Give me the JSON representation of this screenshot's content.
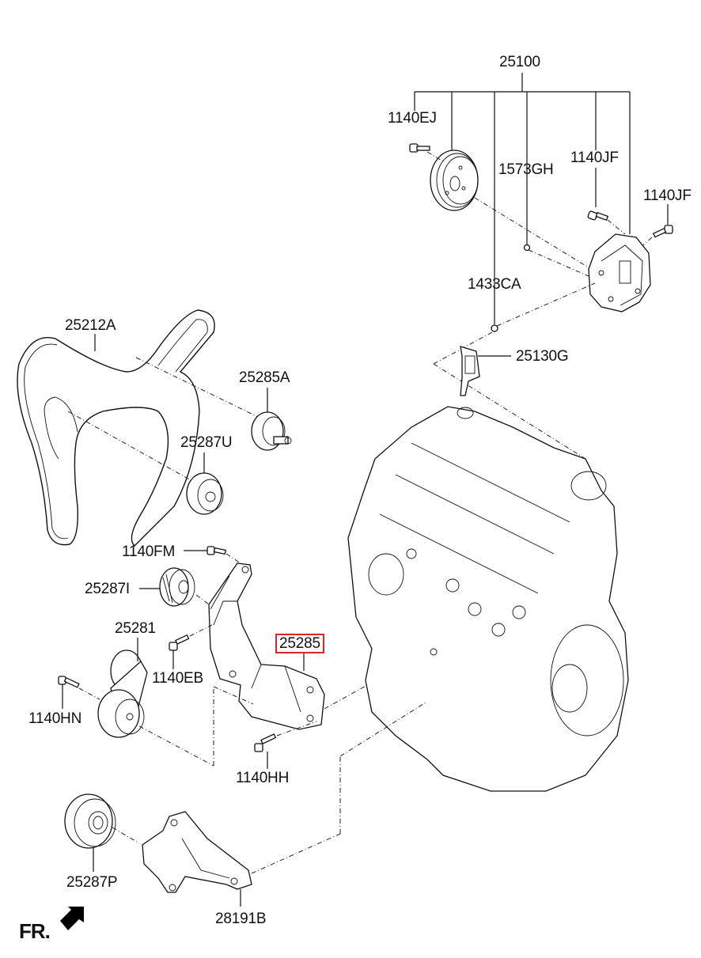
{
  "diagram": {
    "title": "Engine accessory drive / water pump assembly",
    "highlight_color": "#d62a2a",
    "labels": {
      "p25100": "25100",
      "p1140EJ": "1140EJ",
      "p1573GH": "1573GH",
      "p1140JF_a": "1140JF",
      "p1140JF_b": "1140JF",
      "p1433CA": "1433CA",
      "p25130G": "25130G",
      "p25212A": "25212A",
      "p25285A": "25285A",
      "p25287U": "25287U",
      "p1140FM": "1140FM",
      "p25287I": "25287I",
      "p25281": "25281",
      "p1140EB": "1140EB",
      "p25285": "25285",
      "p1140HN": "1140HN",
      "p1140HH": "1140HH",
      "p25287P": "25287P",
      "p28191B": "28191B"
    },
    "direction_indicator": "FR."
  }
}
